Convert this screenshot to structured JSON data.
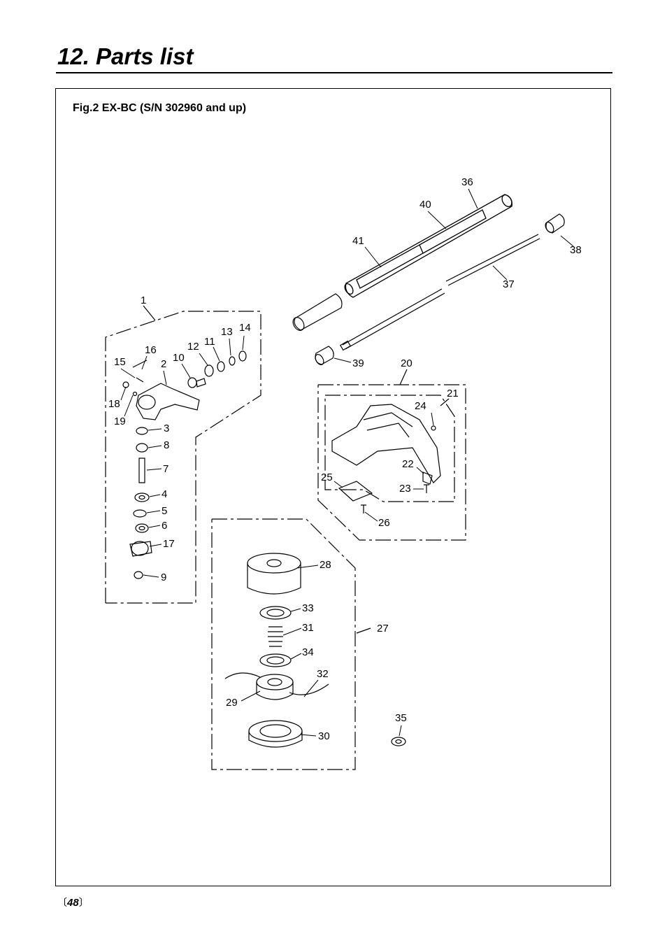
{
  "header": {
    "title": "12. Parts list"
  },
  "figure": {
    "caption": "Fig.2 EX-BC  (S/N 302960 and up)"
  },
  "footer": {
    "bracket_open": "〔",
    "page_number": "48",
    "bracket_close": "〕"
  },
  "callouts": {
    "n1": "1",
    "n2": "2",
    "n3": "3",
    "n4": "4",
    "n5": "5",
    "n6": "6",
    "n7": "7",
    "n8": "8",
    "n9": "9",
    "n10": "10",
    "n11": "11",
    "n12": "12",
    "n13": "13",
    "n14": "14",
    "n15": "15",
    "n16": "16",
    "n17": "17",
    "n18": "18",
    "n19": "19",
    "n20": "20",
    "n21": "21",
    "n22": "22",
    "n23": "23",
    "n24": "24",
    "n25": "25",
    "n26": "26",
    "n27": "27",
    "n28": "28",
    "n29": "29",
    "n30": "30",
    "n31": "31",
    "n32": "32",
    "n33": "33",
    "n34": "34",
    "n35": "35",
    "n36": "36",
    "n37": "37",
    "n38": "38",
    "n39": "39",
    "n40": "40",
    "n41": "41"
  }
}
